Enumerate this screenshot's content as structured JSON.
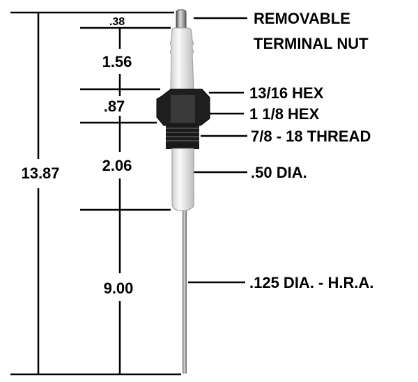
{
  "dimensions": {
    "overall": "13.87",
    "terminal": ".38",
    "upper_insulator": "1.56",
    "hex": ".87",
    "lower_insulator": "2.06",
    "rod": "9.00"
  },
  "callouts": {
    "terminal_line1": "REMOVABLE",
    "terminal_line2": "TERMINAL NUT",
    "hex_small": "13/16 HEX",
    "hex_large": "1 1/8 HEX",
    "thread": "7/8 - 18 THREAD",
    "insulator_dia": ".50 DIA.",
    "rod_dia": ".125 DIA. - H.R.A."
  }
}
